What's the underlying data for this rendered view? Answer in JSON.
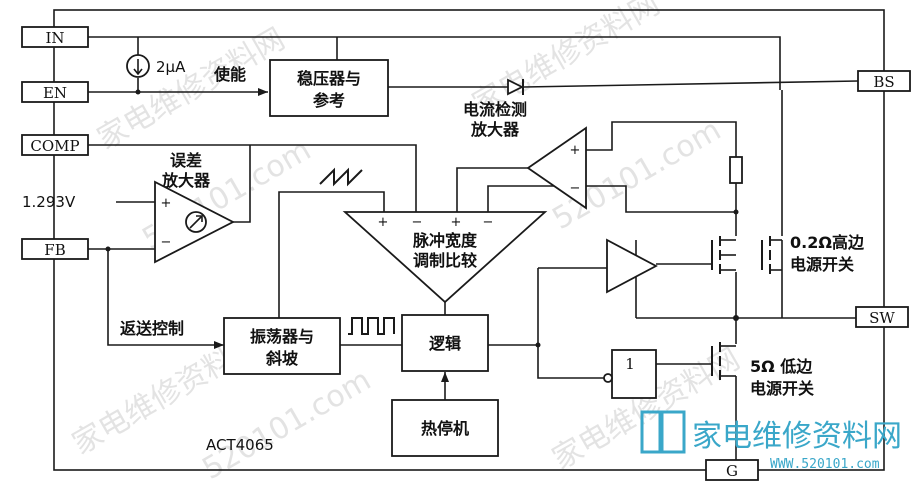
{
  "pins": {
    "in": "IN",
    "en": "EN",
    "comp": "COMP",
    "fb": "FB",
    "bs": "BS",
    "sw": "SW",
    "g": "G"
  },
  "labels": {
    "current_source": "2μA",
    "enable": "使能",
    "regulator_line1": "稳压器与",
    "regulator_line2": "参考",
    "current_amp_line1": "电流检测",
    "current_amp_line2": "放大器",
    "error_amp_line1": "误差",
    "error_amp_line2": "放大器",
    "vref": "1.293V",
    "pwm_line1": "脉冲宽度",
    "pwm_line2": "调制比较",
    "feedback": "返送控制",
    "osc_line1": "振荡器与",
    "osc_line2": "斜坡",
    "logic": "逻辑",
    "thermal": "热停机",
    "chip": "ACT4065",
    "high_switch_line1": "0.2Ω高边",
    "high_switch_line2": "电源开关",
    "low_switch_line1": "5Ω 低边",
    "low_switch_line2": "电源开关",
    "inverter_one": "1",
    "plus": "+",
    "minus": "−"
  },
  "watermark": {
    "text1": "家电维修资料网",
    "text2": "520101.com",
    "brand_cn": "家电维修资料网",
    "brand_url": "WWW.520101.com"
  },
  "colors": {
    "line": "#1a1a1a",
    "brand": "#3aa7c9",
    "watermark": "#9c9c9c"
  }
}
